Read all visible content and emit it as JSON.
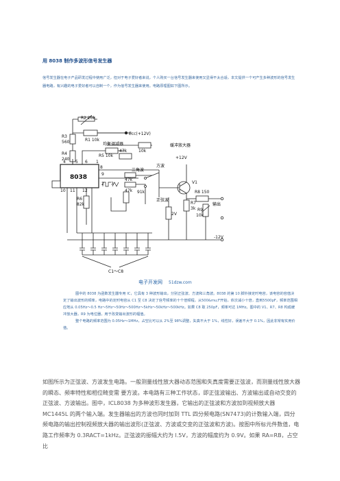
{
  "title": "用 8038 制作多波形信号发生器",
  "intro": "信号发生器在电子产品研发过程中使用广泛，但对于电子爱好者来说，个人购买一台信号发生器来使用又显得不太合适，本文提供一个可产生多种波形的信号发生器电路，有兴趣的电子爱好者可以自制一个，作为信号发生器来使用。电路原理图如下图所示。",
  "schematic": {
    "ic": "8038",
    "labels": {
      "r2": "R2 20k",
      "r3": "R3",
      "r3v": "560",
      "r1": "R1 10k",
      "vcc": "Ecc(+12V)",
      "r4": "R4",
      "r4v": "240",
      "balance": "均衡调减器",
      "r5": "R5 10k",
      "r5b": "47k",
      "r5c": "10k",
      "buffer": "缓冲放大器",
      "plus12": "+12V",
      "square": "方波",
      "triangle": "三角波",
      "sine": "正弦波",
      "v1": "V1",
      "r8": "R8 150",
      "out": "输出",
      "r7": "R7",
      "r7v": "3k",
      "r9": "R9",
      "r9v": "10k",
      "r47a": "47k",
      "r47b": "47k",
      "r91": "91k",
      "r6": "R6",
      "r6v": "82k",
      "v2": "2V",
      "minus12": "-12V",
      "caps": "C1～C8",
      "p4": "4",
      "p5": "5",
      "p6": "6",
      "p1": "1",
      "p2": "2",
      "p3": "3",
      "p9": "9",
      "p10": "10",
      "p11": "11",
      "p12": "12",
      "p8": "8",
      "watermark": "电子开发网",
      "watermark2": "51dzw.com"
    }
  },
  "desc": [
    "图中的 8038 为函数发生器专用 IC，它具有 3 种波形输出，分别正弦波、方波和三角波。8038 的第 10 脚外接定时电容，该电容的容值决定了输出波形的频率，电路中的定时电容从 C1 至 C8 决定了信号频率的十个倍频程，从500&mu;F开始，依次减小十倍，直到5500pF，频率范围相应地从 0.05Hz～0.5 Hz～5Hz～50Hz～500Hz～5kHz～50kHz～500kHz。如果 C8 取 250pF，频率可达 1MHz。图中的 V1、R7、R8 构成缓冲放大器，R9 为电位器，用于改变输出波形的幅值。",
    "整个电路的频率范围为 0.05Hz～1MHz，占空比可以从 2%至 98%调整，失真不大于 1%，线性好，误差不大于 0.1%，因此非常有实用价值。"
  ],
  "body2": "如图所示为正弦波、方波发生电路。一般测量线性放大器动态范围和失真度需要正弦波，而测量线性放大器的瞬态、频率特性和相位畸变需 要方波。本电路有三种工作状态，即正弦波输出、方波输出或自动交变的正弦波、方波输出。图中，ICL8038 为多种波形发生器，它输出的正弦波和方波加到视频放大器 MC1445L 的两个输入端。发生器输出的方波也同时加到 TTL 四分频电路(SN7473)的计数输入端，四分频电路的输出控制视频放大器的输出波形(正弦波、方波或交变的正弦波和方波)。按图中所标元件数值，电路工作频率为 0.3RACT=1kHz。正弦波的振幅大约为 l.5V，方波的幅度约为 0.9V。如果 RA=RB，占空比"
}
